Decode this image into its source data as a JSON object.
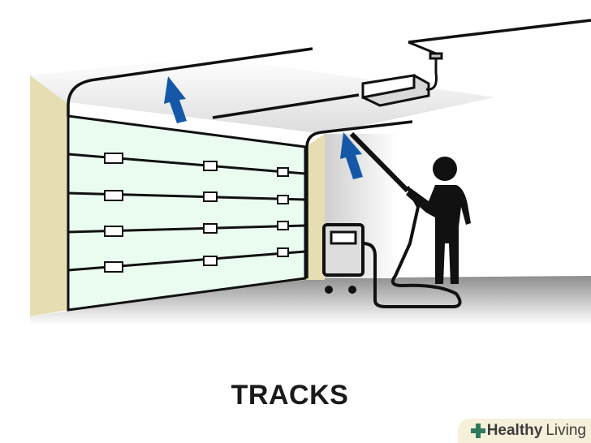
{
  "caption": "TRACKS",
  "watermark": {
    "brand_bold": "Healthy",
    "brand_light": "Living"
  },
  "colors": {
    "wall": "#e6ddb3",
    "door": "#eafcf0",
    "arrow": "#1558a8",
    "floor": "#9a9a9a",
    "outline": "#111111"
  },
  "icons": [
    "up-arrow-icon",
    "person-icon",
    "vacuum-icon",
    "garage-door-opener-icon"
  ]
}
